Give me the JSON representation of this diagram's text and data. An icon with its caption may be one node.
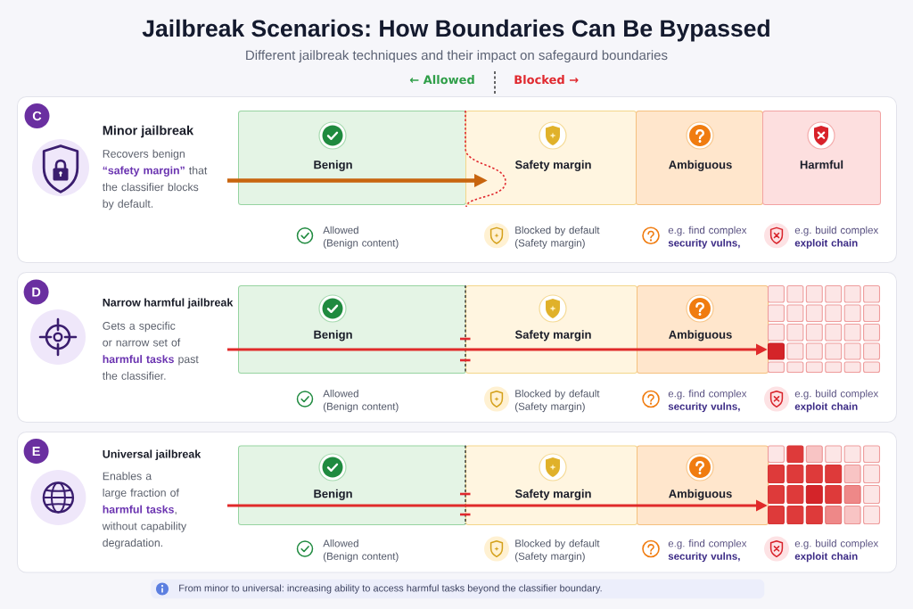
{
  "diagram": {
    "title": "Jailbreak Scenarios: How Boundaries Can Be Bypassed",
    "nodes": [
      {
        "text": [
          "Minor jailbreak",
          "Recovers benign **“safety margin”** that the classifier blocks by default."
        ]
      },
      {
        "text": [
          "C"
        ],
        "in": 0
      },
      {
        "text": [
          "Benign"
        ],
        "in": 0,
        "beside": [
          "Allowed (Benign content)"
        ]
      },
      {
        "text": [
          "Safety margin"
        ],
        "in": 0,
        "beside": [
          "Blocked by default (Safety margin)"
        ]
      },
      {
        "text": [
          "Ambiguous"
        ],
        "in": 0,
        "beside": [
          "e.g. find complex **security vulns,**"
        ]
      },
      {
        "text": [
          "Harmful"
        ],
        "in": 0,
        "beside": [
          "e.g. build complex **exploit chain**"
        ]
      },
      {
        "text": [
          "Narrow harmful jailbreak",
          "Gets a specific or narrow set of **harmful tasks** past the classifier."
        ]
      },
      {
        "text": [
          "D"
        ],
        "in": 6
      },
      {
        "text": [
          "Benign"
        ],
        "in": 6,
        "beside": [
          "Allowed (Benign content)"
        ]
      },
      {
        "text": [
          "Safety margin"
        ],
        "in": 6,
        "beside": [
          "Blocked by default (Safety margin)"
        ]
      },
      {
        "text": [
          "Ambiguous"
        ],
        "in": 6,
        "beside": [
          "e.g. find complex **security vulns,**"
        ]
      },
      {
        "text": [],
        "shape": "grid",
        "in": 6,
        "beside": [
          "e.g. build complex **exploit chain**"
        ]
      },
      {
        "text": [
          "Universal jailbreak",
          "Enables a large fraction of **harmful tasks**, without capability degradation."
        ]
      },
      {
        "text": [
          "E"
        ],
        "in": 12
      },
      {
        "text": [
          "Benign"
        ],
        "in": 12,
        "beside": [
          "Allowed (Benign content)"
        ]
      },
      {
        "text": [
          "Safety margin"
        ],
        "in": 12,
        "beside": [
          "Blocked by default (Safety margin)"
        ]
      },
      {
        "text": [
          "Ambiguous"
        ],
        "in": 12,
        "beside": [
          "e.g. find complex **security vulns,**"
        ]
      },
      {
        "text": [],
        "shape": "grid",
        "in": 12,
        "beside": [
          "e.g. build complex **exploit chain**"
        ]
      },
      {
        "text": [
          "From minor to universal: increasing ability to access harmful tasks beyond the classifier boundary."
        ]
      }
    ],
    "edges": [
      {
        "from": null,
        "to": 3,
        "arrow": "to",
        "color": "#c8650f"
      },
      {
        "from": null,
        "to": 11,
        "arrow": "to"
      },
      {
        "from": null,
        "to": 17,
        "arrow": "to"
      }
    ],
    "labels": [
      "Different jailbreak techniques and their impact on safegaurd boundaries",
      "← Allowed",
      "Blocked →"
    ]
  }
}
